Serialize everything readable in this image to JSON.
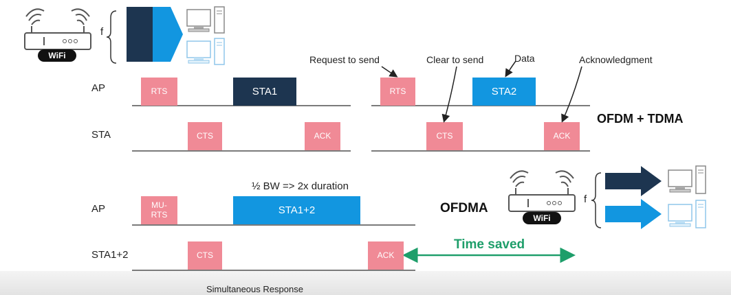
{
  "top_left": {
    "freq_label": "f",
    "logo": "WiFi"
  },
  "bottom_right": {
    "freq_label": "f",
    "logo": "WiFi"
  },
  "tdma": {
    "ap_label": "AP",
    "sta_label": "STA",
    "left": {
      "rts": "RTS",
      "sta1": "STA1",
      "cts": "CTS",
      "ack": "ACK"
    },
    "right": {
      "rts": "RTS",
      "sta2": "STA2",
      "cts": "CTS",
      "ack": "ACK"
    },
    "callouts": {
      "request": "Request to send",
      "clear": "Clear to send",
      "data": "Data",
      "ack": "Acknowledgment"
    },
    "title": "OFDM + TDMA"
  },
  "ofdma": {
    "ap_label": "AP",
    "sta_label": "STA1+2",
    "mu_rts": "MU-\nRTS",
    "sta12": "STA1+2",
    "cts": "CTS",
    "ack": "ACK",
    "bw_note": "½ BW => 2x duration",
    "title": "OFDMA",
    "time_saved": "Time saved",
    "simultaneous": "Simultaneous Response"
  },
  "colors": {
    "pink": "#f08a96",
    "navy": "#1d3550",
    "blue": "#1296e0",
    "green": "#1e9e6a"
  }
}
